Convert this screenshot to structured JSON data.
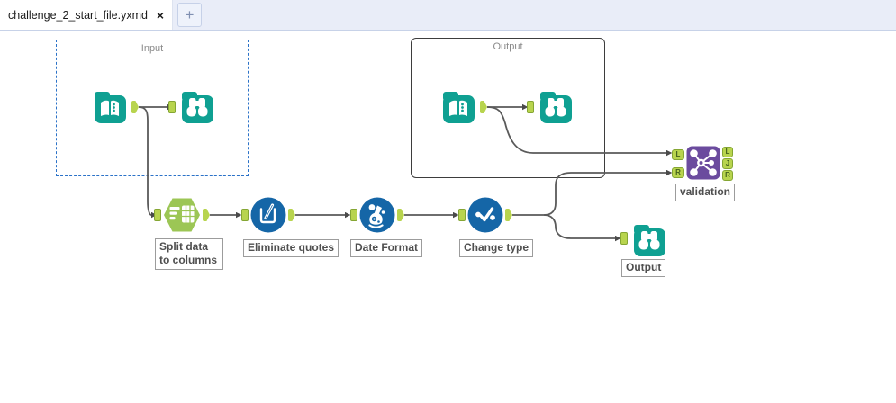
{
  "tab_bar": {
    "active_tab": "challenge_2_start_file.yxmd",
    "close_label": "×",
    "new_tab_label": "+"
  },
  "containers": {
    "input_label": "Input",
    "output_label": "Output"
  },
  "tool_labels": {
    "split": "Split data to columns",
    "eliminate_quotes": "Eliminate quotes",
    "date_format": "Date Format",
    "change_type": "Change type",
    "validation": "validation",
    "output_browse": "Output"
  },
  "join_anchors": {
    "inputs": [
      "L",
      "R"
    ],
    "outputs": [
      "L",
      "J",
      "R"
    ]
  },
  "icons": {
    "input_data": "open-book",
    "browse": "binoculars",
    "text_to_columns": "list-and-table",
    "formula": "beaker-with-pen",
    "date_format": "flask-with-bubbles",
    "select": "dots-and-checkmark",
    "join": "hub-network"
  },
  "colors": {
    "teal": "#0FA092",
    "green_tool": "#9CC655",
    "blue_tool": "#1566A7",
    "purple_tool": "#6B4B9E",
    "anchor_fill": "#B8D44E",
    "anchor_border": "#85A633",
    "connector": "#5A5A5A",
    "container_input_border": "#2B72C8",
    "container_output_border": "#3D3D3D",
    "tab_bar_bg": "#E9EDF8",
    "label_border": "#9C9C9C",
    "label_text": "#4F4F4F"
  }
}
